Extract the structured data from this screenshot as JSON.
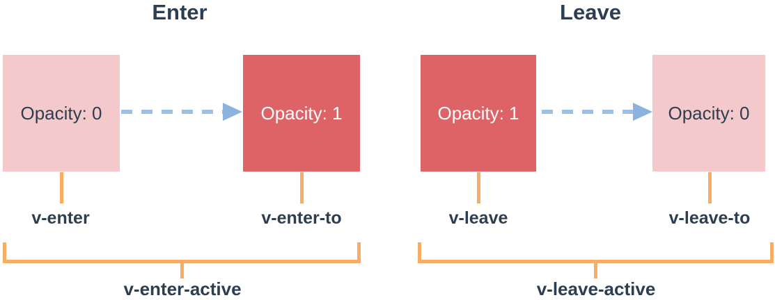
{
  "diagram": {
    "groups": [
      {
        "title": "Enter",
        "from_box": {
          "text": "Opacity: 0",
          "state": "transparent"
        },
        "to_box": {
          "text": "Opacity: 1",
          "state": "opaque"
        },
        "from_label": "v-enter",
        "to_label": "v-enter-to",
        "active_label": "v-enter-active"
      },
      {
        "title": "Leave",
        "from_box": {
          "text": "Opacity: 1",
          "state": "opaque"
        },
        "to_box": {
          "text": "Opacity: 0",
          "state": "transparent"
        },
        "from_label": "v-leave",
        "to_label": "v-leave-to",
        "active_label": "v-leave-active"
      }
    ]
  },
  "colors": {
    "pink": "#f4c9cb",
    "red": "#de6367",
    "orange": "#f6ae67",
    "arrow-dash": "#9cc0e4",
    "arrow-head": "#8ab3dd",
    "text-dark": "#2c3e50",
    "text-light": "#ffffff"
  }
}
